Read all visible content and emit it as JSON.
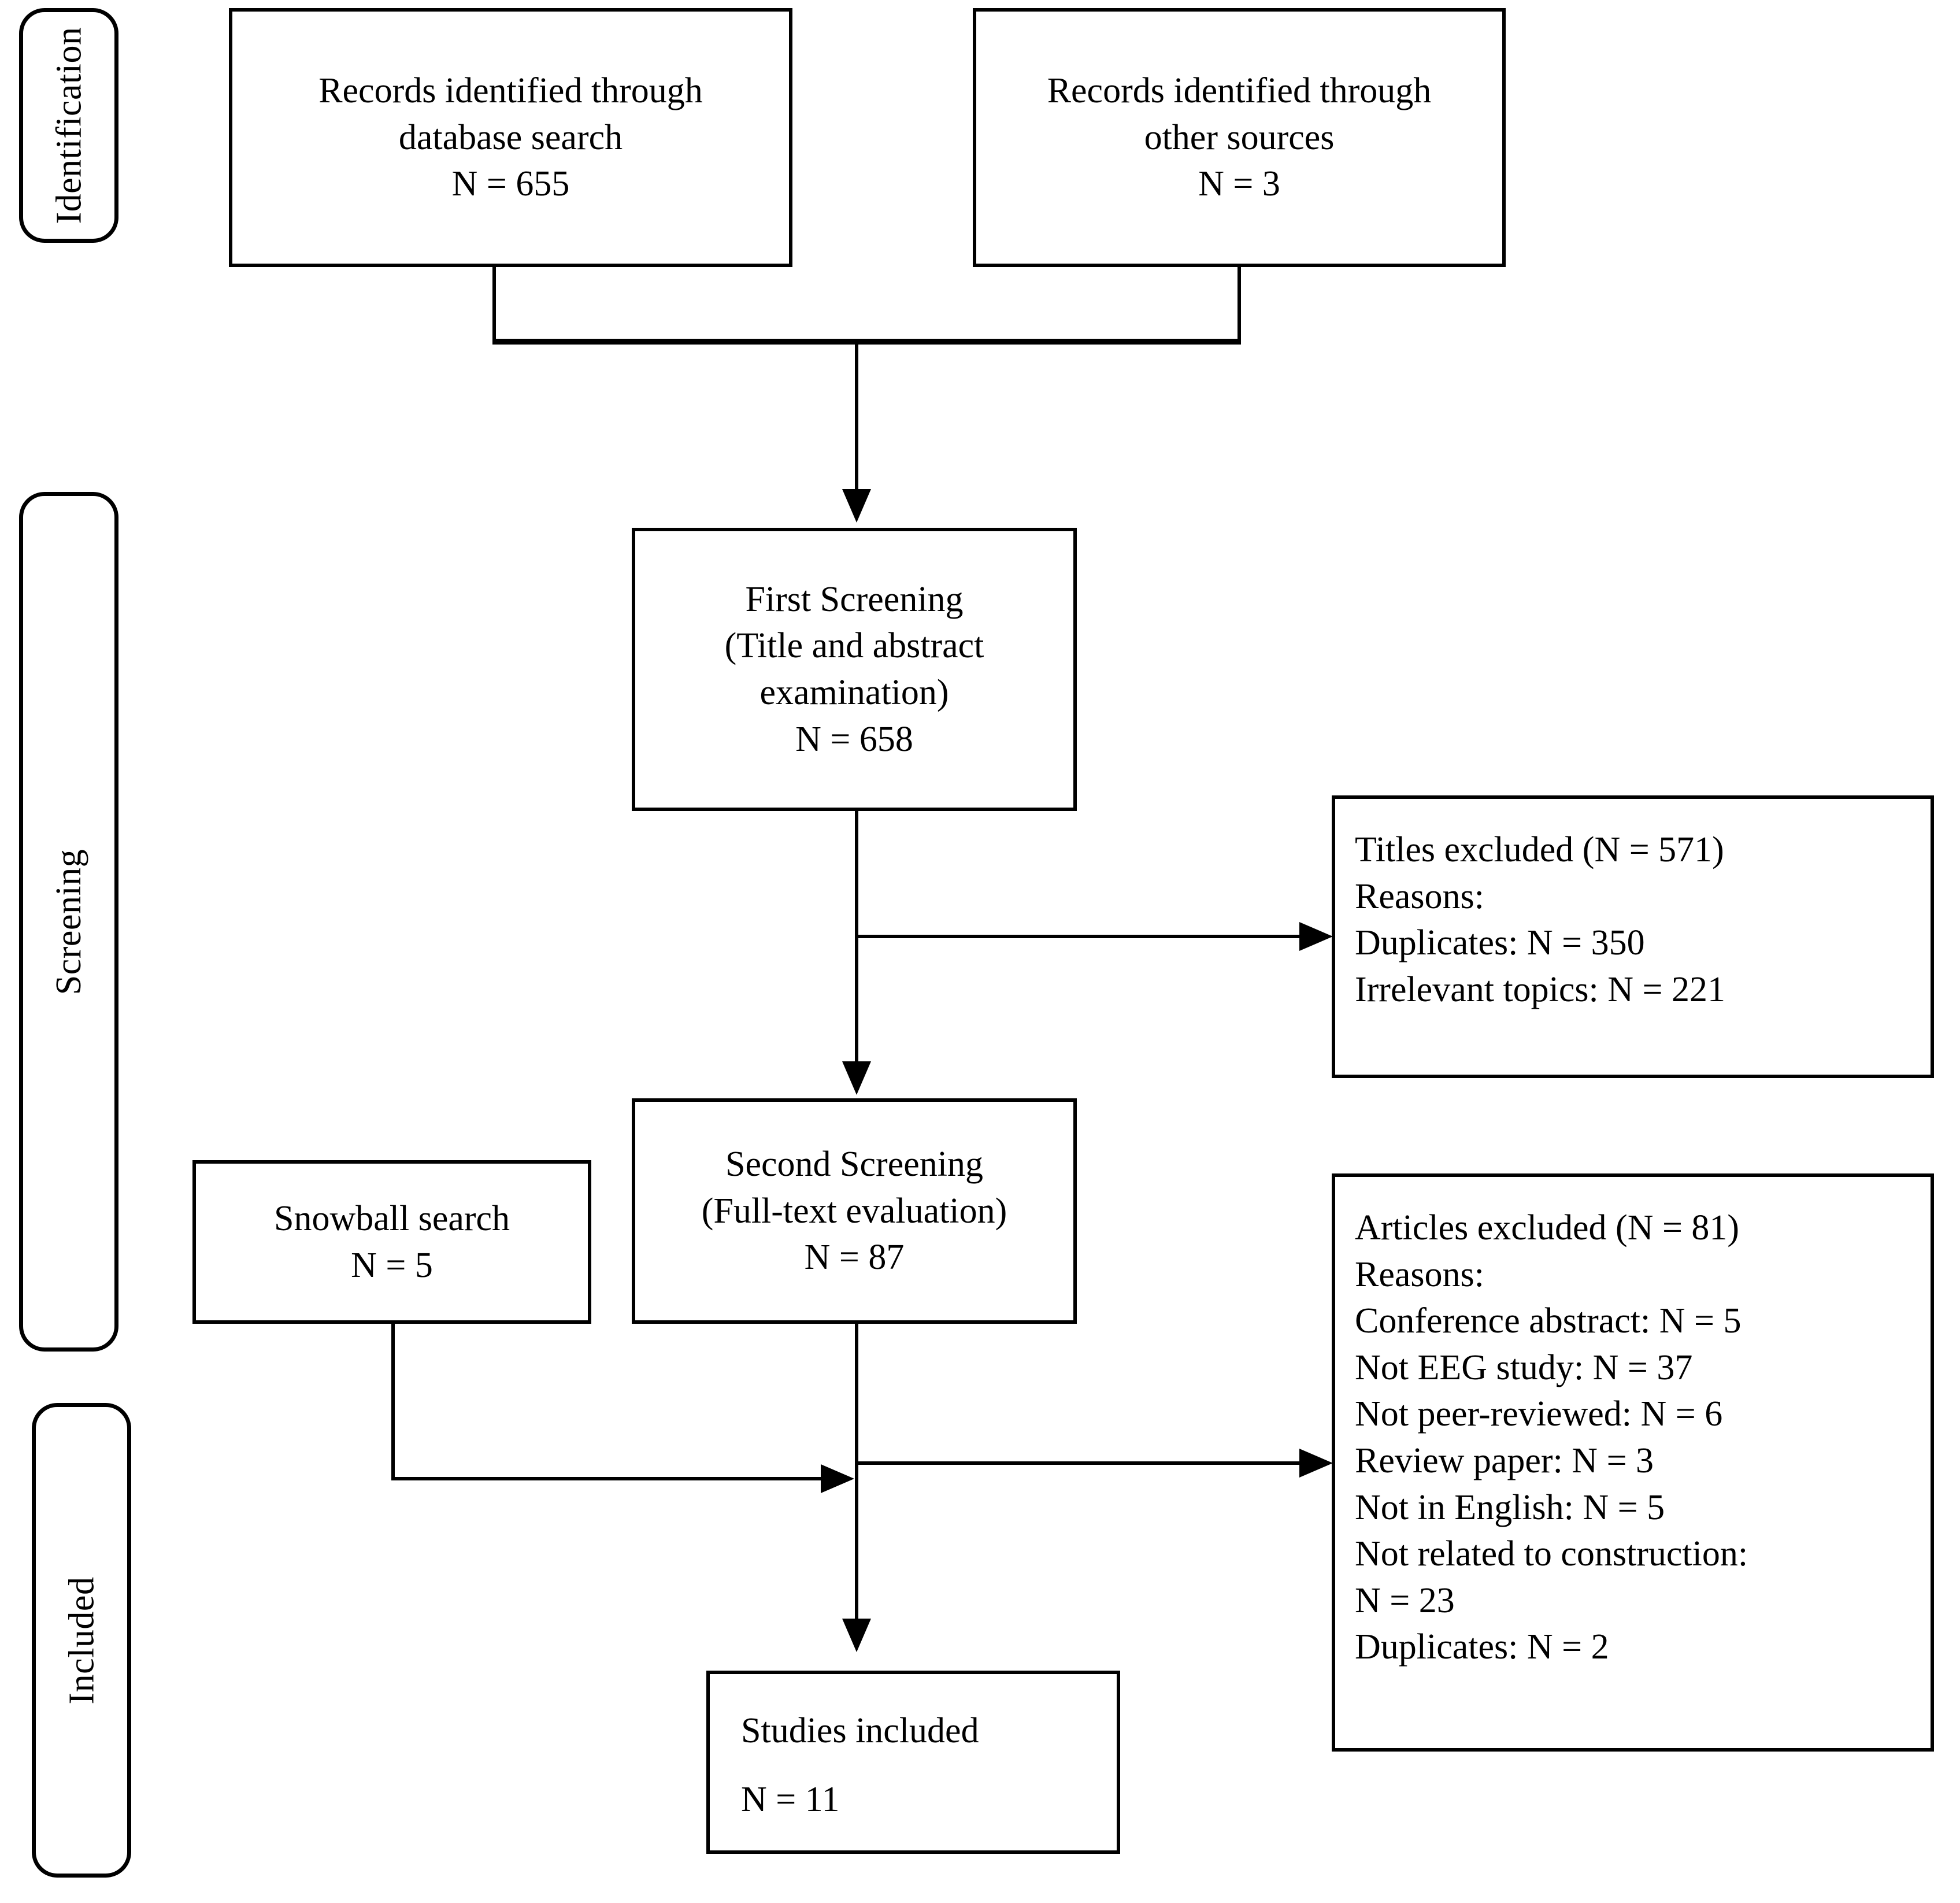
{
  "diagram": {
    "type": "prisma-flow-diagram",
    "stages": [
      {
        "id": "identification",
        "label": "Identification"
      },
      {
        "id": "screening",
        "label": "Screening"
      },
      {
        "id": "included",
        "label": "Included"
      }
    ],
    "nodes": {
      "database_search": {
        "lines": [
          "Records identified through",
          "database search",
          "N = 655"
        ],
        "count": 655
      },
      "other_sources": {
        "lines": [
          "Records identified through",
          "other sources",
          "N = 3"
        ],
        "count": 3
      },
      "first_screening": {
        "lines": [
          "First Screening",
          "(Title and abstract",
          "examination)",
          "N = 658"
        ],
        "count": 658
      },
      "titles_excluded": {
        "lines": [
          "Titles excluded (N = 571)",
          "Reasons:",
          "Duplicates: N = 350",
          "Irrelevant topics: N = 221"
        ],
        "count": 571
      },
      "second_screening": {
        "lines": [
          "Second Screening",
          "(Full-text evaluation)",
          "N = 87"
        ],
        "count": 87
      },
      "snowball_search": {
        "lines": [
          "Snowball search",
          "N = 5"
        ],
        "count": 5
      },
      "articles_excluded": {
        "lines": [
          "Articles excluded (N = 81)",
          "Reasons:",
          "Conference abstract: N = 5",
          "Not EEG study: N = 37",
          "Not peer-reviewed: N = 6",
          "Review paper: N = 3",
          "Not in English: N = 5",
          "Not related to construction:",
          "N = 23",
          "Duplicates: N = 2"
        ],
        "count": 81
      },
      "studies_included": {
        "lines": [
          "Studies included",
          "",
          "N = 11"
        ],
        "count": 11
      }
    }
  }
}
